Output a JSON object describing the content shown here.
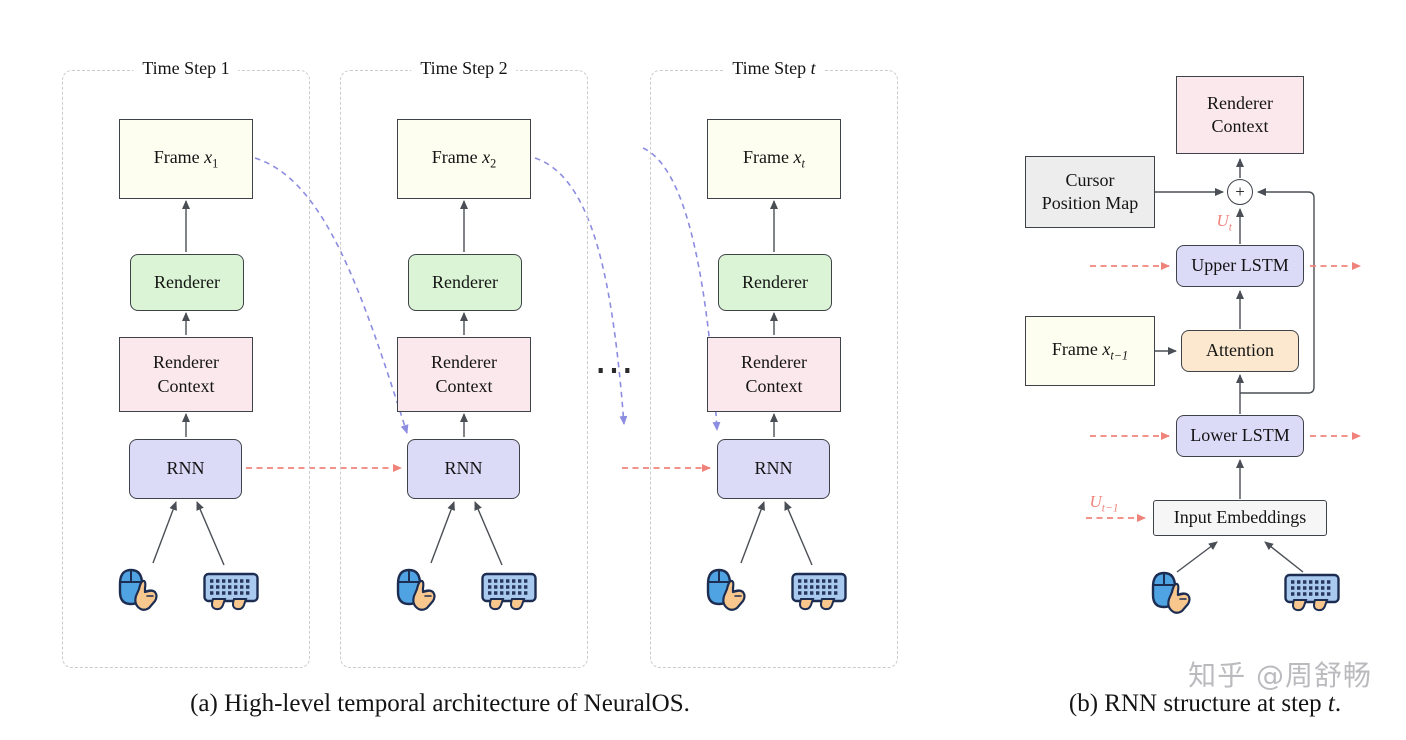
{
  "colors": {
    "frame_fill": "#FEFEF0",
    "renderer_fill": "#DBF4D5",
    "context_fill": "#FBE8EC",
    "rnn_fill": "#DBDBF8",
    "attention_fill": "#FCE8CE",
    "cursor_map_fill": "#EDEDED",
    "embed_fill": "#F6F6F6",
    "box_border": "#3E4249",
    "panel_border": "#CBCBCB",
    "arrow_color": "#4A4E55",
    "red_accent": "#EF837B",
    "blue_accent": "#8C8CE0",
    "text_color": "#141414",
    "watermark_color": "#B0B0B4"
  },
  "panels": [
    {
      "title": "Time Step 1",
      "title_var": "",
      "frame_label": "Frame",
      "frame_var": "x",
      "frame_sub": "1",
      "frame_sub_var": "",
      "renderer_label": "Renderer",
      "context_line1": "Renderer",
      "context_line2": "Context",
      "rnn_label": "RNN"
    },
    {
      "title": "Time Step 2",
      "title_var": "",
      "frame_label": "Frame",
      "frame_var": "x",
      "frame_sub": "2",
      "frame_sub_var": "",
      "renderer_label": "Renderer",
      "context_line1": "Renderer",
      "context_line2": "Context",
      "rnn_label": "RNN"
    },
    {
      "title": "Time Step ",
      "title_var": "t",
      "frame_label": "Frame",
      "frame_var": "x",
      "frame_sub": "",
      "frame_sub_var": "t",
      "renderer_label": "Renderer",
      "context_line1": "Renderer",
      "context_line2": "Context",
      "rnn_label": "RNN"
    }
  ],
  "dots": "⋯",
  "rnn_detail": {
    "renderer_context_line1": "Renderer",
    "renderer_context_line2": "Context",
    "cursor_line1": "Cursor",
    "cursor_line2": "Position Map",
    "plus_label": "+",
    "u_t_var": "U",
    "u_t_sub": "t",
    "upper_lstm_label": "Upper LSTM",
    "attention_label": "Attention",
    "frame_label": "Frame",
    "frame_var": "x",
    "frame_sub": "t−1",
    "lower_lstm_label": "Lower LSTM",
    "input_embeddings_label": "Input Embeddings",
    "u_prev_var": "U",
    "u_prev_sub": "t−1"
  },
  "captions": {
    "a": "(a) High-level temporal architecture of NeuralOS.",
    "b_prefix": "(b) RNN structure at step ",
    "b_var": "t",
    "b_suffix": "."
  },
  "watermark": "知乎 @周舒畅",
  "icons": {
    "mouse": "mouse-icon",
    "keyboard": "keyboard-icon"
  }
}
